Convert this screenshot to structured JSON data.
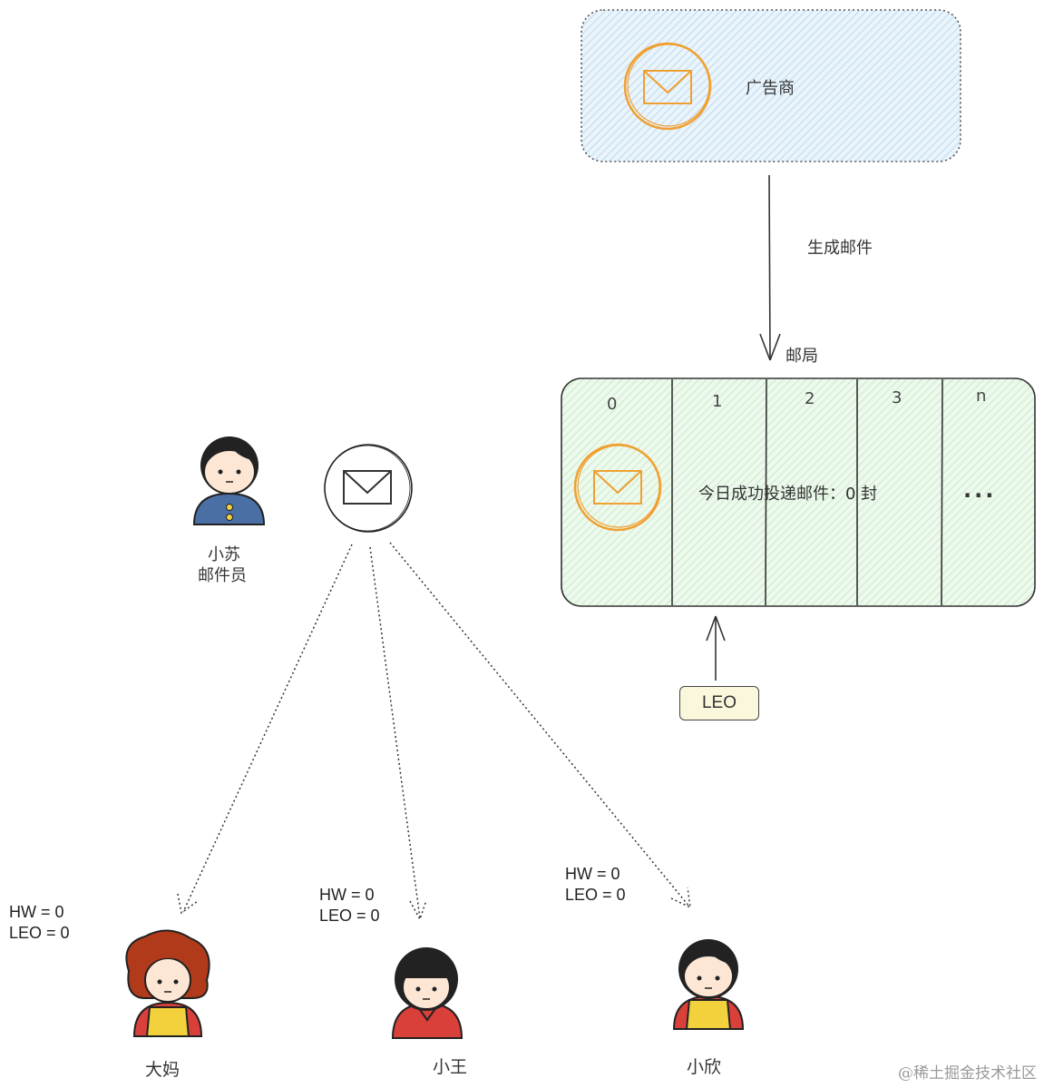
{
  "advertiser": {
    "label": "广告商",
    "icon": "mail-icon"
  },
  "arrow_label": "生成邮件",
  "post_office": {
    "label": "邮局",
    "cells": [
      "0",
      "1",
      "2",
      "3",
      "n"
    ],
    "center_text": "今日成功投递邮件：0 封",
    "ellipsis": "...",
    "leo_label": "LEO"
  },
  "postman": {
    "name": "小苏",
    "role": "邮件员",
    "icon": "person-icon"
  },
  "envelope_icon": "mail-icon",
  "recipients": [
    {
      "name": "大妈",
      "hw": "HW = 0",
      "leo": "LEO = 0"
    },
    {
      "name": "小王",
      "hw": "HW = 0",
      "leo": "LEO = 0"
    },
    {
      "name": "小欣",
      "hw": "HW = 0",
      "leo": "LEO = 0"
    }
  ],
  "watermark": "@稀土掘金技术社区",
  "colors": {
    "advertiser_fill": "#dcecf7",
    "post_office_fill": "#d9f2d9",
    "mail_orange": "#f0a030",
    "leo_fill": "#fbf7dc",
    "postman_shirt": "#4a6fa5",
    "apron": "#f2d13c",
    "shirt_red": "#d9403a"
  }
}
